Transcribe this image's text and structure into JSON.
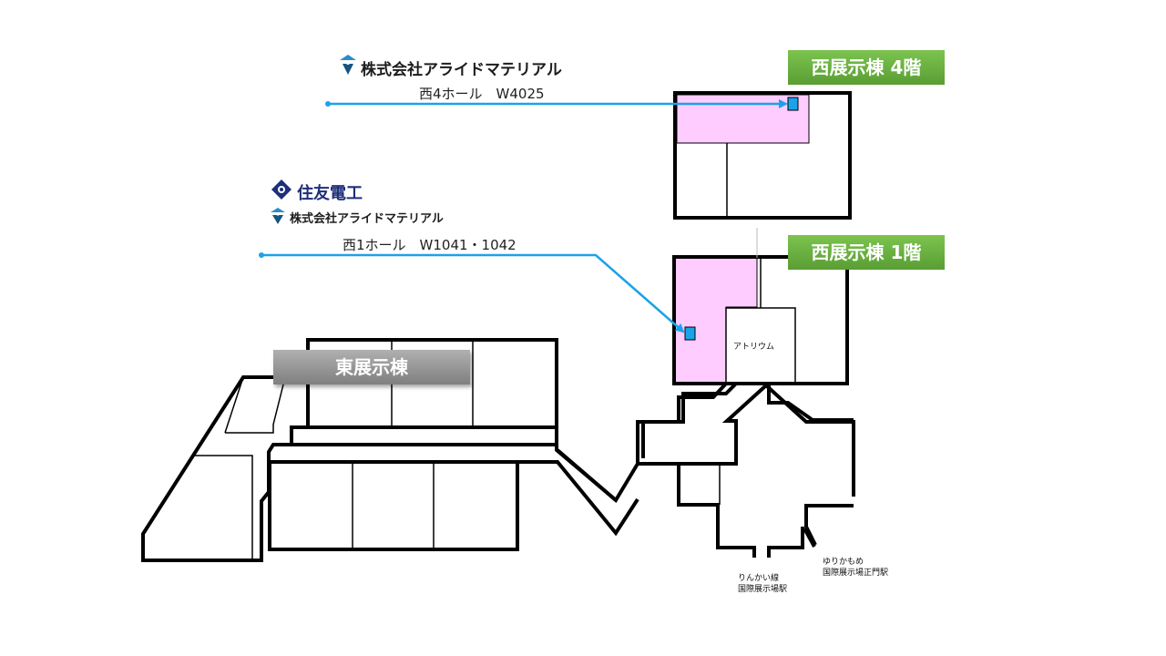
{
  "buildings": {
    "west_4f": "西展示棟 4階",
    "west_1f": "西展示棟 1階",
    "east": "東展示棟"
  },
  "exhibitors": {
    "w4": {
      "company": "株式会社アライドマテリアル",
      "hall": "西4ホール　W4025"
    },
    "w1": {
      "company1": "住友電工",
      "company2": "株式会社アライドマテリアル",
      "hall": "西1ホール　W1041・1042"
    }
  },
  "places": {
    "atrium": "アトリウム",
    "rinkai_line": "りんかい線",
    "rinkai_station": "国際展示場駅",
    "yurikamome": "ゆりかもめ",
    "yurikamome_station": "国際展示場正門駅"
  },
  "colors": {
    "booth_area": "#ffccff",
    "booth_marker": "#1aa3e8",
    "arrow": "#1aa3e8",
    "floor_badge_green": "#6db33f",
    "east_badge_gray": "#999999"
  }
}
